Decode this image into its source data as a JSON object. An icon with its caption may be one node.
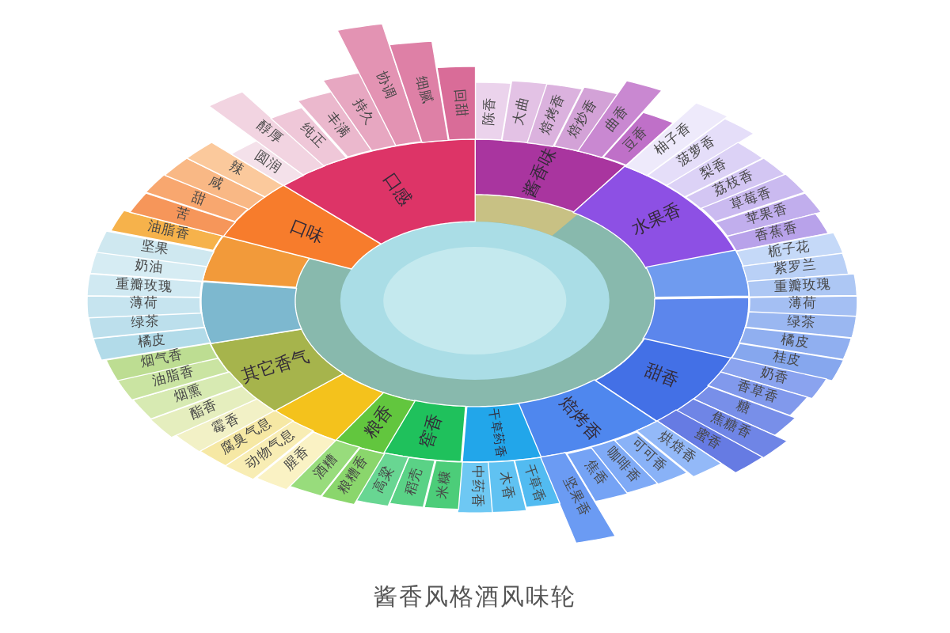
{
  "diagram": {
    "caption": "酱香风格酒风味轮",
    "nodes": [
      {
        "text": [
          "酱香味"
        ]
      },
      {
        "text": [
          "陈香"
        ]
      },
      {
        "text": [
          "大曲"
        ]
      },
      {
        "text": [
          "焙烤香"
        ]
      },
      {
        "text": [
          "焙炒香"
        ]
      },
      {
        "text": [
          "曲香"
        ]
      },
      {
        "text": [
          "豆香"
        ]
      },
      {
        "text": [
          "水果香"
        ]
      },
      {
        "text": [
          "柚子香"
        ]
      },
      {
        "text": [
          "菠萝香"
        ]
      },
      {
        "text": [
          "梨香"
        ]
      },
      {
        "text": [
          "荔枝香"
        ]
      },
      {
        "text": [
          "草莓香"
        ]
      },
      {
        "text": [
          "苹果香"
        ]
      },
      {
        "text": [
          "香蕉香"
        ]
      },
      {
        "text": [],
        "shape": "wedge"
      },
      {
        "text": [
          "栀子花"
        ]
      },
      {
        "text": [
          "紫罗兰"
        ]
      },
      {
        "text": [
          "重瓣玫瑰"
        ]
      },
      {
        "text": [],
        "shape": "wedge"
      },
      {
        "text": [
          "薄荷"
        ]
      },
      {
        "text": [
          "绿茶"
        ]
      },
      {
        "text": [
          "橘皮"
        ]
      },
      {
        "text": [
          "桂皮"
        ]
      },
      {
        "text": [
          "甜香"
        ]
      },
      {
        "text": [
          "奶香"
        ]
      },
      {
        "text": [
          "香草香"
        ]
      },
      {
        "text": [
          "糖"
        ]
      },
      {
        "text": [
          "焦糖香"
        ]
      },
      {
        "text": [
          "蜜香"
        ]
      },
      {
        "text": [
          "焙烤香"
        ]
      },
      {
        "text": [
          "烘焙香"
        ]
      },
      {
        "text": [
          "可可香"
        ]
      },
      {
        "text": [
          "咖啡香"
        ]
      },
      {
        "text": [
          "焦香"
        ]
      },
      {
        "text": [
          "坚果香"
        ]
      },
      {
        "text": [
          "干草药香"
        ]
      },
      {
        "text": [
          "干草香"
        ]
      },
      {
        "text": [
          "木香"
        ]
      },
      {
        "text": [
          "中药香"
        ]
      },
      {
        "text": [
          "窖香"
        ]
      },
      {
        "text": [
          "米糠"
        ]
      },
      {
        "text": [
          "稻壳"
        ]
      },
      {
        "text": [
          "高粱"
        ]
      },
      {
        "text": [
          "粮香"
        ]
      },
      {
        "text": [
          "粮糟香"
        ]
      },
      {
        "text": [
          "酒糟"
        ]
      },
      {
        "text": [],
        "shape": "wedge"
      },
      {
        "text": [
          "腥香"
        ]
      },
      {
        "text": [
          "动物气息"
        ]
      },
      {
        "text": [
          "腐臭气息"
        ]
      },
      {
        "text": [
          "其它香气"
        ]
      },
      {
        "text": [
          "霉香"
        ]
      },
      {
        "text": [
          "酯香"
        ]
      },
      {
        "text": [
          "烟熏"
        ]
      },
      {
        "text": [
          "油脂香"
        ]
      },
      {
        "text": [
          "烟气香"
        ]
      },
      {
        "text": [],
        "shape": "wedge"
      },
      {
        "text": [
          "橘皮"
        ]
      },
      {
        "text": [
          "绿茶"
        ]
      },
      {
        "text": [
          "薄荷"
        ]
      },
      {
        "text": [
          "重瓣玫瑰"
        ]
      },
      {
        "text": [],
        "shape": "wedge"
      },
      {
        "text": [
          "奶油"
        ]
      },
      {
        "text": [
          "坚果"
        ]
      },
      {
        "text": [
          "油脂香"
        ]
      },
      {
        "text": [
          "口味"
        ]
      },
      {
        "text": [
          "苦"
        ]
      },
      {
        "text": [
          "甜"
        ]
      },
      {
        "text": [
          "咸"
        ]
      },
      {
        "text": [
          "辣"
        ]
      },
      {
        "text": [
          "口感"
        ]
      },
      {
        "text": [
          "圆润"
        ]
      },
      {
        "text": [
          "醇厚"
        ]
      },
      {
        "text": [
          "纯正"
        ]
      },
      {
        "text": [
          "丰满"
        ]
      },
      {
        "text": [
          "持久"
        ]
      },
      {
        "text": [
          "协调"
        ]
      },
      {
        "text": [
          "细腻"
        ]
      },
      {
        "text": [
          "回甜"
        ]
      }
    ]
  }
}
